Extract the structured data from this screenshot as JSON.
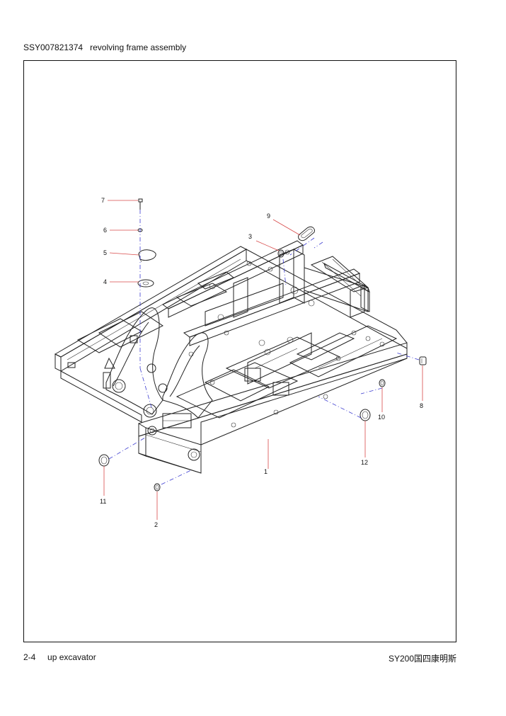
{
  "header": {
    "part_number": "SSY007821374",
    "title": "revolving frame assembly"
  },
  "footer": {
    "page": "2-4",
    "section": "up excavator",
    "model": "SY200国四康明斯"
  },
  "callouts": [
    "1",
    "2",
    "3",
    "4",
    "5",
    "6",
    "7",
    "8",
    "9",
    "10",
    "11",
    "12"
  ]
}
